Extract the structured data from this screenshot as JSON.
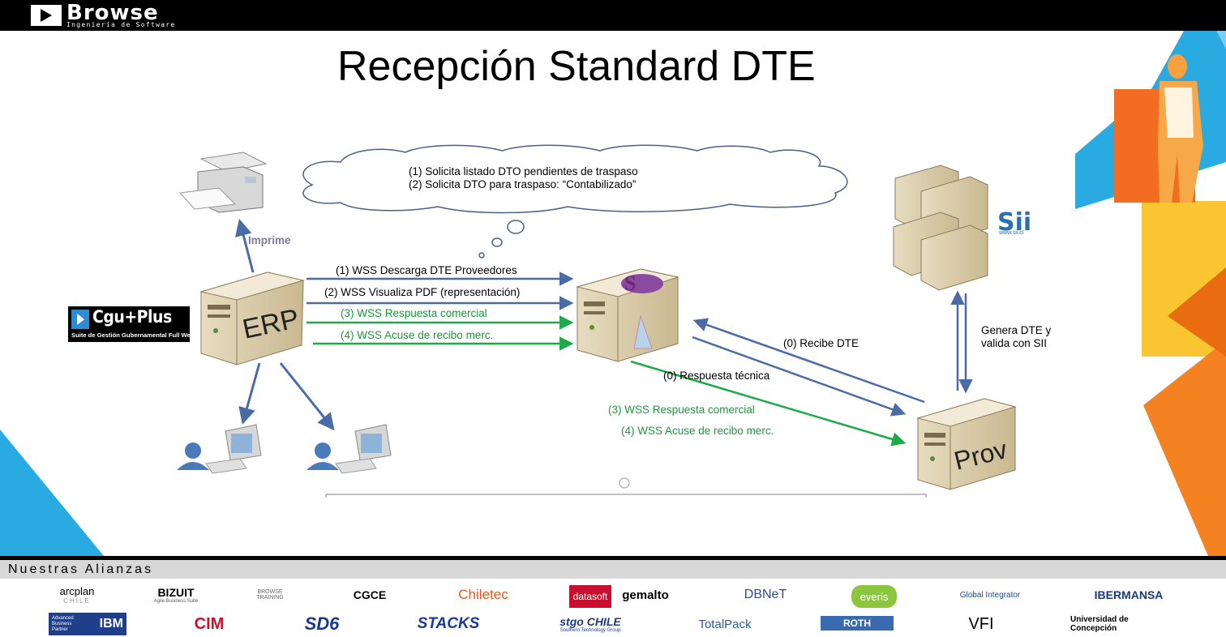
{
  "header": {
    "brand_name": "Browse",
    "brand_tagline": "Ingeniería de Software"
  },
  "slide": {
    "title": "Recepción Standard DTE"
  },
  "diagram": {
    "cloud": {
      "line1": "(1)  Solicita listado DTO pendientes de traspaso",
      "line2": "(2)  Solicita DTO para traspaso: “Contabilizado”"
    },
    "labels": {
      "imprime": "Imprime",
      "erp": "ERP",
      "prov": "Prov",
      "sii": "Sii",
      "sii_url": "www.sii.cl",
      "msg1": "(1) WSS Descarga DTE Proveedores",
      "msg2": "(2) WSS Visualiza PDF (representación)",
      "msg3": "(3) WSS Respuesta comercial",
      "msg4": "(4) WSS Acuse de recibo merc.",
      "recibe": "(0) Recibe DTE",
      "respuesta_tecnica": "(0) Respuesta técnica",
      "prov_msg3": "(3) WSS Respuesta comercial",
      "prov_msg4": "(4) WSS Acuse de recibo merc.",
      "genera_line1": "Genera DTE y",
      "genera_line2": "valida con SII"
    },
    "cgu_logo": {
      "name": "Cgu+Plus",
      "sub": "Gubernamental",
      "suite": "Suite de Gestión Gubernamental Full Web"
    },
    "colors": {
      "blue_arrow": "#4a6ba6",
      "green_arrow": "#1eaa4a",
      "green_text": "#1a9a3a"
    }
  },
  "footer": {
    "title": "Nuestras Alianzas",
    "partners_row1": [
      {
        "name": "arcplan",
        "sub": "CHILE"
      },
      {
        "name": "BIZUIT",
        "sub": "Agile Business Suite"
      },
      {
        "name": "BROWSE",
        "sub": "TRAINING"
      },
      {
        "name": "CGCE",
        "sub": ""
      },
      {
        "name": "Chiletec",
        "sub": ""
      },
      {
        "name": "datasoft",
        "sub": ""
      },
      {
        "name": "gemalto",
        "sub": ""
      },
      {
        "name": "DBNeT",
        "sub": ""
      },
      {
        "name": "everis",
        "sub": ""
      },
      {
        "name": "Global Integrator",
        "sub": ""
      },
      {
        "name": "IBERMANSA",
        "sub": ""
      }
    ],
    "partners_row2": [
      {
        "name": "IBM",
        "sub": "Advanced Business Partner"
      },
      {
        "name": "CIM",
        "sub": ""
      },
      {
        "name": "SD6",
        "sub": ""
      },
      {
        "name": "STACKS",
        "sub": ""
      },
      {
        "name": "stgo CHILE",
        "sub": "Southern Technology Group"
      },
      {
        "name": "TotalPack",
        "sub": ""
      },
      {
        "name": "ROTH",
        "sub": ""
      },
      {
        "name": "VFI",
        "sub": ""
      },
      {
        "name": "Universidad de Concepción",
        "sub": ""
      }
    ]
  }
}
